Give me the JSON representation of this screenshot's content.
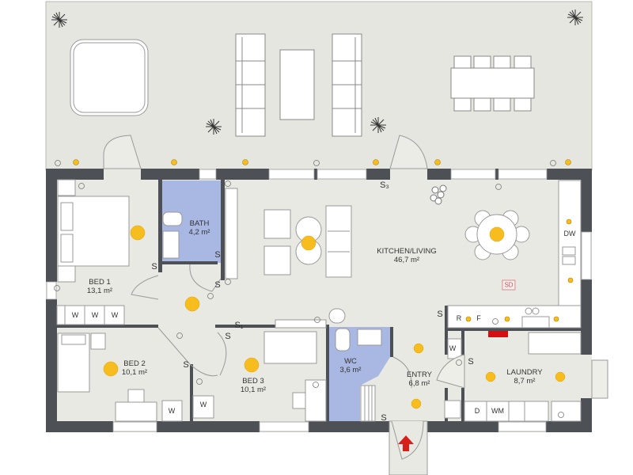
{
  "plan": {
    "type": "floor plan",
    "colors": {
      "wall": "#4d5055",
      "floor": "#e9e9e4",
      "terrace": "#e6e6e0",
      "wet_room": "#a9b7e3",
      "light": "#f7bd1e",
      "furniture": "#ffffff",
      "entry_arrow": "#d8201b",
      "radiator_red": "#d40f0f"
    },
    "rooms": [
      {
        "id": "bed1",
        "name": "BED 1",
        "area": "13,1 m²"
      },
      {
        "id": "bath",
        "name": "BATH",
        "area": "4,2 m²"
      },
      {
        "id": "kitchen",
        "name": "KITCHEN/LIVING",
        "area": "46,7 m²"
      },
      {
        "id": "bed2",
        "name": "BED 2",
        "area": "10,1 m²"
      },
      {
        "id": "bed3",
        "name": "BED 3",
        "area": "10,1 m²"
      },
      {
        "id": "wc",
        "name": "WC",
        "area": "3,6 m²"
      },
      {
        "id": "entry",
        "name": "ENTRY",
        "area": "6,8 m²"
      },
      {
        "id": "laundry",
        "name": "LAUNDRY",
        "area": "8,7 m²"
      }
    ],
    "appliances": {
      "dw": "DW",
      "r": "R",
      "f": "F",
      "d": "D",
      "wm": "WM",
      "w": "W",
      "sd": "SD"
    },
    "switch_labels": {
      "s": "S",
      "s3": "S₃",
      "s1": "S₁"
    }
  }
}
